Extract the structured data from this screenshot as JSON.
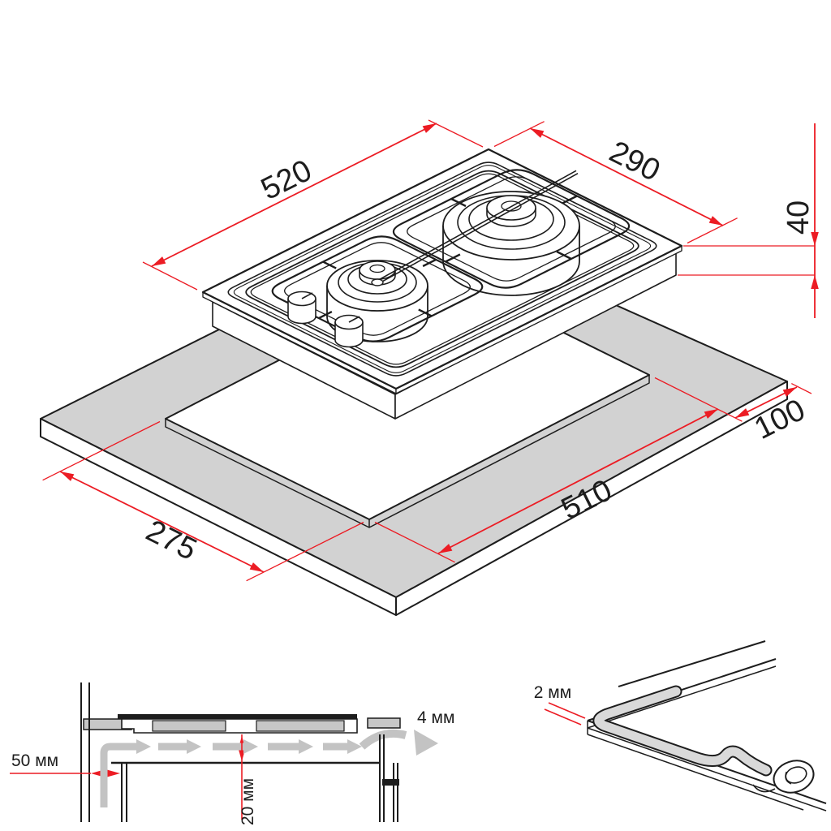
{
  "drawing": {
    "kind": "installation-diagram",
    "subject": "two-burner domino gas hob with worktop cutout, ventilation section and seal detail"
  },
  "colors": {
    "dimension_red": "#ec1c24",
    "outline": "#1d1d1d",
    "countertop_gray": "#d2d2d2",
    "component_gray": "#c7c7c7",
    "airflow_gray": "#c3c3c3",
    "seal_gray": "#d9d9d9",
    "background": "#ffffff"
  },
  "isometric_view": {
    "hob": {
      "width": "520",
      "depth": "290",
      "height": "40"
    },
    "worktop_cutout": {
      "length": "510",
      "depth": "275",
      "edge_margin": "100"
    }
  },
  "section_view": {
    "wall_clearance": "50 мм",
    "under_hob_clearance": "20 мм",
    "rear_ventilation_gap": "4 мм"
  },
  "seal_detail": {
    "seal_thickness": "2 мм"
  }
}
